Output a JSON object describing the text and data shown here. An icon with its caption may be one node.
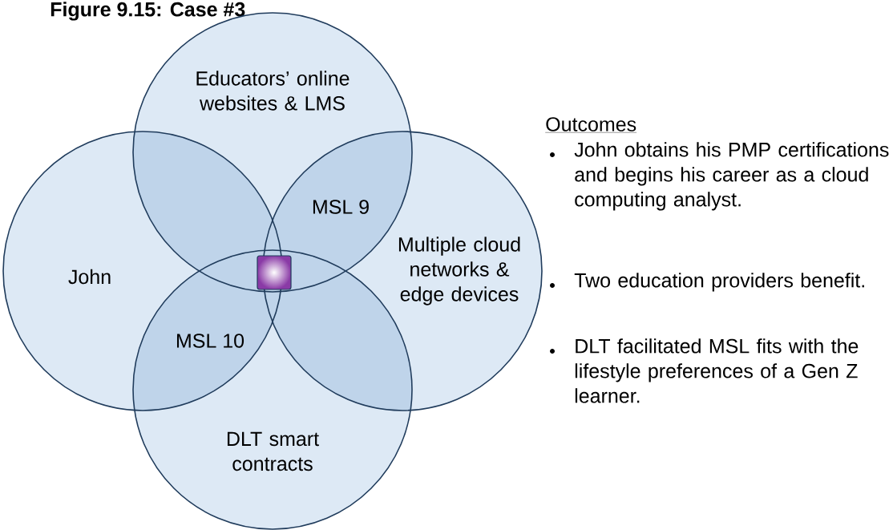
{
  "diagram": {
    "title": "Figure 9.15: Case #3",
    "nodes": [
      {
        "text": [
          "Educators’ online websites & LMS"
        ]
      },
      {
        "text": [
          "John"
        ]
      },
      {
        "text": [
          "Multiple cloud networks & edge devices"
        ]
      },
      {
        "text": [
          "DLT smart contracts"
        ]
      },
      {
        "text": [],
        "shape": "box"
      }
    ],
    "labels": [
      "Outcomes",
      "MSL 9",
      "John obtains his PMP certifications and begins his career as a cloud computing analyst.",
      "MSL 10",
      "Two education providers benefit.",
      "DLT facilitated MSL fits with the lifestyle preferences of a Gen Z learner."
    ]
  }
}
